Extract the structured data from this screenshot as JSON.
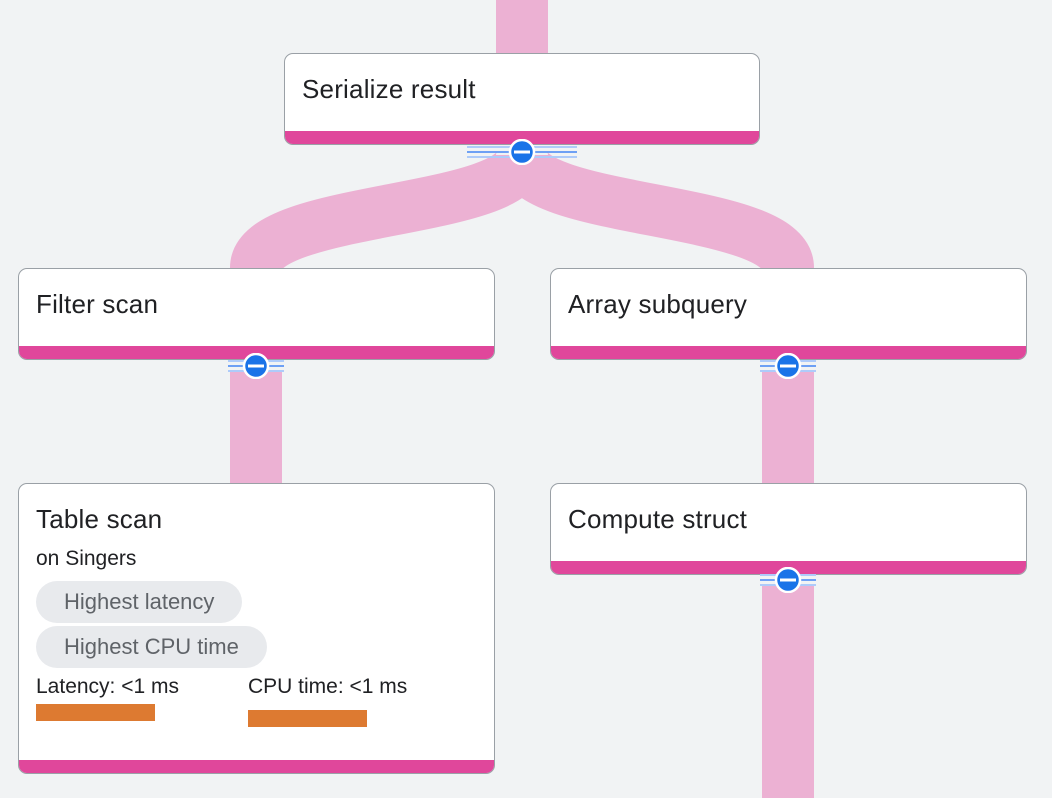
{
  "colors": {
    "background": "#f1f3f4",
    "edge": "#ecb1d3",
    "node_bar": "#e0479b",
    "collapse_button": "#1a73e8",
    "chip_bg": "#e8eaed",
    "metric_bar": "#dd7a31"
  },
  "nodes": {
    "serialize_result": {
      "title": "Serialize result"
    },
    "filter_scan": {
      "title": "Filter scan"
    },
    "array_subquery": {
      "title": "Array subquery"
    },
    "table_scan": {
      "title": "Table scan",
      "subtitle": "on Singers",
      "chips": [
        "Highest latency",
        "Highest CPU time"
      ],
      "latency_label": "Latency: <1 ms",
      "cpu_label": "CPU time: <1 ms"
    },
    "compute_struct": {
      "title": "Compute struct"
    }
  },
  "icons": {
    "collapse": "minus-circle-icon"
  }
}
